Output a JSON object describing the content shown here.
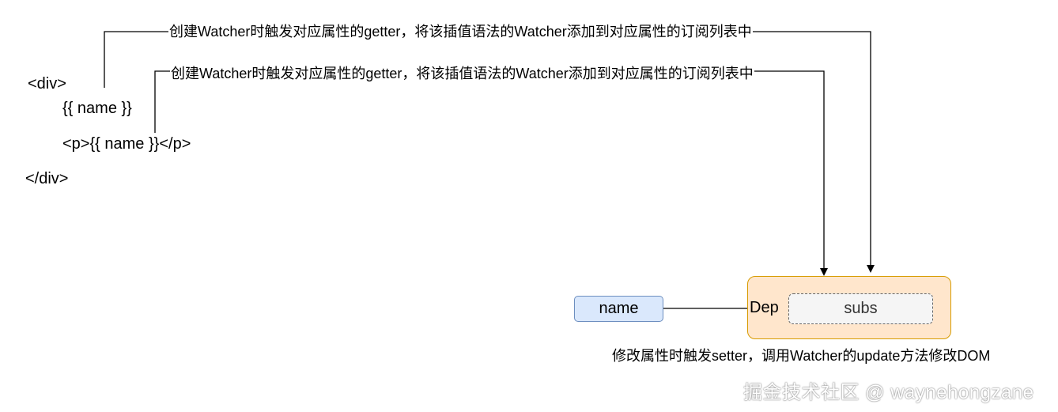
{
  "code": {
    "line1": "<div>",
    "line2": "{{ name }}",
    "line3": "<p>{{ name }}</p>",
    "line4": "</div>"
  },
  "annotations": {
    "top": "创建Watcher时触发对应属性的getter，将该插值语法的Watcher添加到对应属性的订阅列表中",
    "middle": "创建Watcher时触发对应属性的getter，将该插值语法的Watcher添加到对应属性的订阅列表中",
    "bottom": "修改属性时触发setter，调用Watcher的update方法修改DOM"
  },
  "nodes": {
    "name": "name",
    "dep": "Dep",
    "subs": "subs"
  },
  "colors": {
    "name_fill": "#dae8fc",
    "name_stroke": "#6c8ebf",
    "dep_fill": "#ffe6cc",
    "dep_stroke": "#d79b00",
    "subs_fill": "#f5f5f5",
    "subs_stroke": "#666666"
  },
  "watermark": "掘金技术社区 @ waynehongzane"
}
